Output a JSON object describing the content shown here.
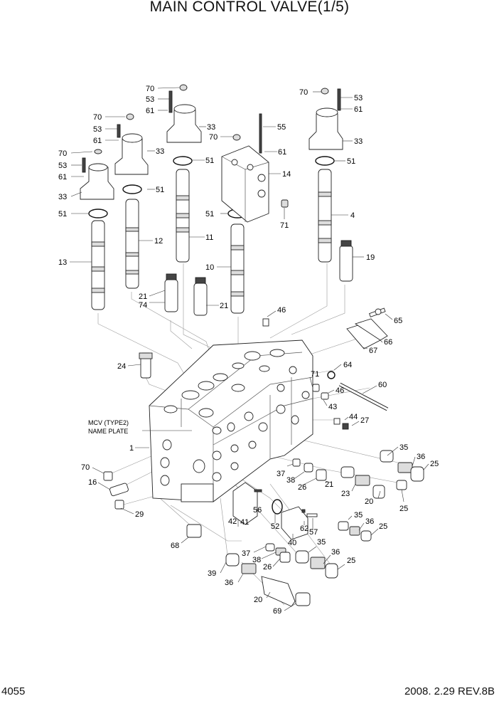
{
  "title": "MAIN CONTROL VALVE(1/5)",
  "page_number": "4055",
  "date_rev": "2008. 2.29  REV.8B",
  "nameplate": {
    "line1": "MCV (TYPE2)",
    "line2": "NAME PLATE"
  },
  "callouts": {
    "c70a": "70",
    "c53a": "53",
    "c61a": "61",
    "c33a": "33",
    "c70b": "70",
    "c53b": "53",
    "c61b": "61",
    "c33b": "33",
    "c70c": "70",
    "c53c": "53",
    "c61c": "61",
    "c33c": "33",
    "c51c": "51",
    "c51b": "51",
    "c51a": "51",
    "c13": "13",
    "c12": "12",
    "c11": "11",
    "c55": "55",
    "c70d": "70",
    "c61d": "61",
    "c14": "14",
    "c51d": "51",
    "c71a": "71",
    "c10": "10",
    "c70e": "70",
    "c53e": "53",
    "c61e": "61",
    "c33e": "33",
    "c51e": "51",
    "c4": "4",
    "c19": "19",
    "c21a": "21",
    "c74": "74",
    "c21b": "21",
    "c46": "46",
    "c65": "65",
    "c66": "66",
    "c67": "67",
    "c24": "24",
    "c71b": "71",
    "c64": "64",
    "c46b": "46",
    "c60": "60",
    "c43": "43",
    "c44": "44",
    "c27": "27",
    "c1": "1",
    "c70f": "70",
    "c16": "16",
    "c29": "29",
    "c68": "68",
    "c35a": "35",
    "c36a": "36",
    "c25a": "25",
    "c37a": "37",
    "c38a": "38",
    "c26a": "26",
    "c21c": "21",
    "c23": "23",
    "c20a": "20",
    "c25b": "25",
    "c56": "56",
    "c42": "42",
    "c41": "41",
    "c52": "52",
    "c62": "62",
    "c57": "57",
    "c40": "40",
    "c35b": "35",
    "c36b": "36",
    "c25c": "25",
    "c37b": "37",
    "c38b": "38",
    "c26b": "26",
    "c35c": "35",
    "c36c": "36",
    "c25d": "25",
    "c39": "39",
    "c36d": "36",
    "c20b": "20",
    "c69": "69"
  }
}
